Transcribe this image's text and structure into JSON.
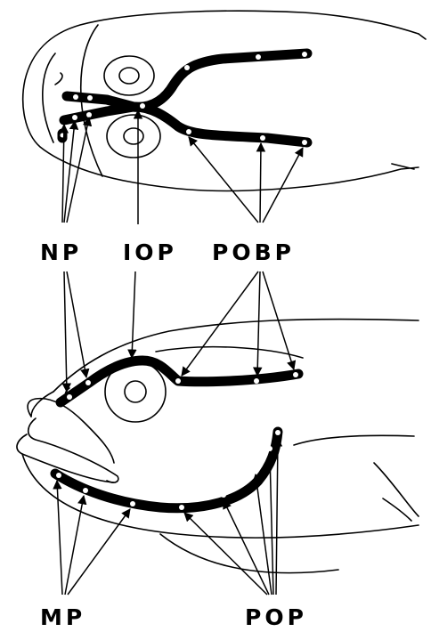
{
  "labels": {
    "np": "NP",
    "iop": "IOP",
    "pobp": "POBP",
    "mp": "MP",
    "pop": "POP"
  },
  "colors": {
    "ink": "#000000",
    "paper": "#ffffff"
  }
}
